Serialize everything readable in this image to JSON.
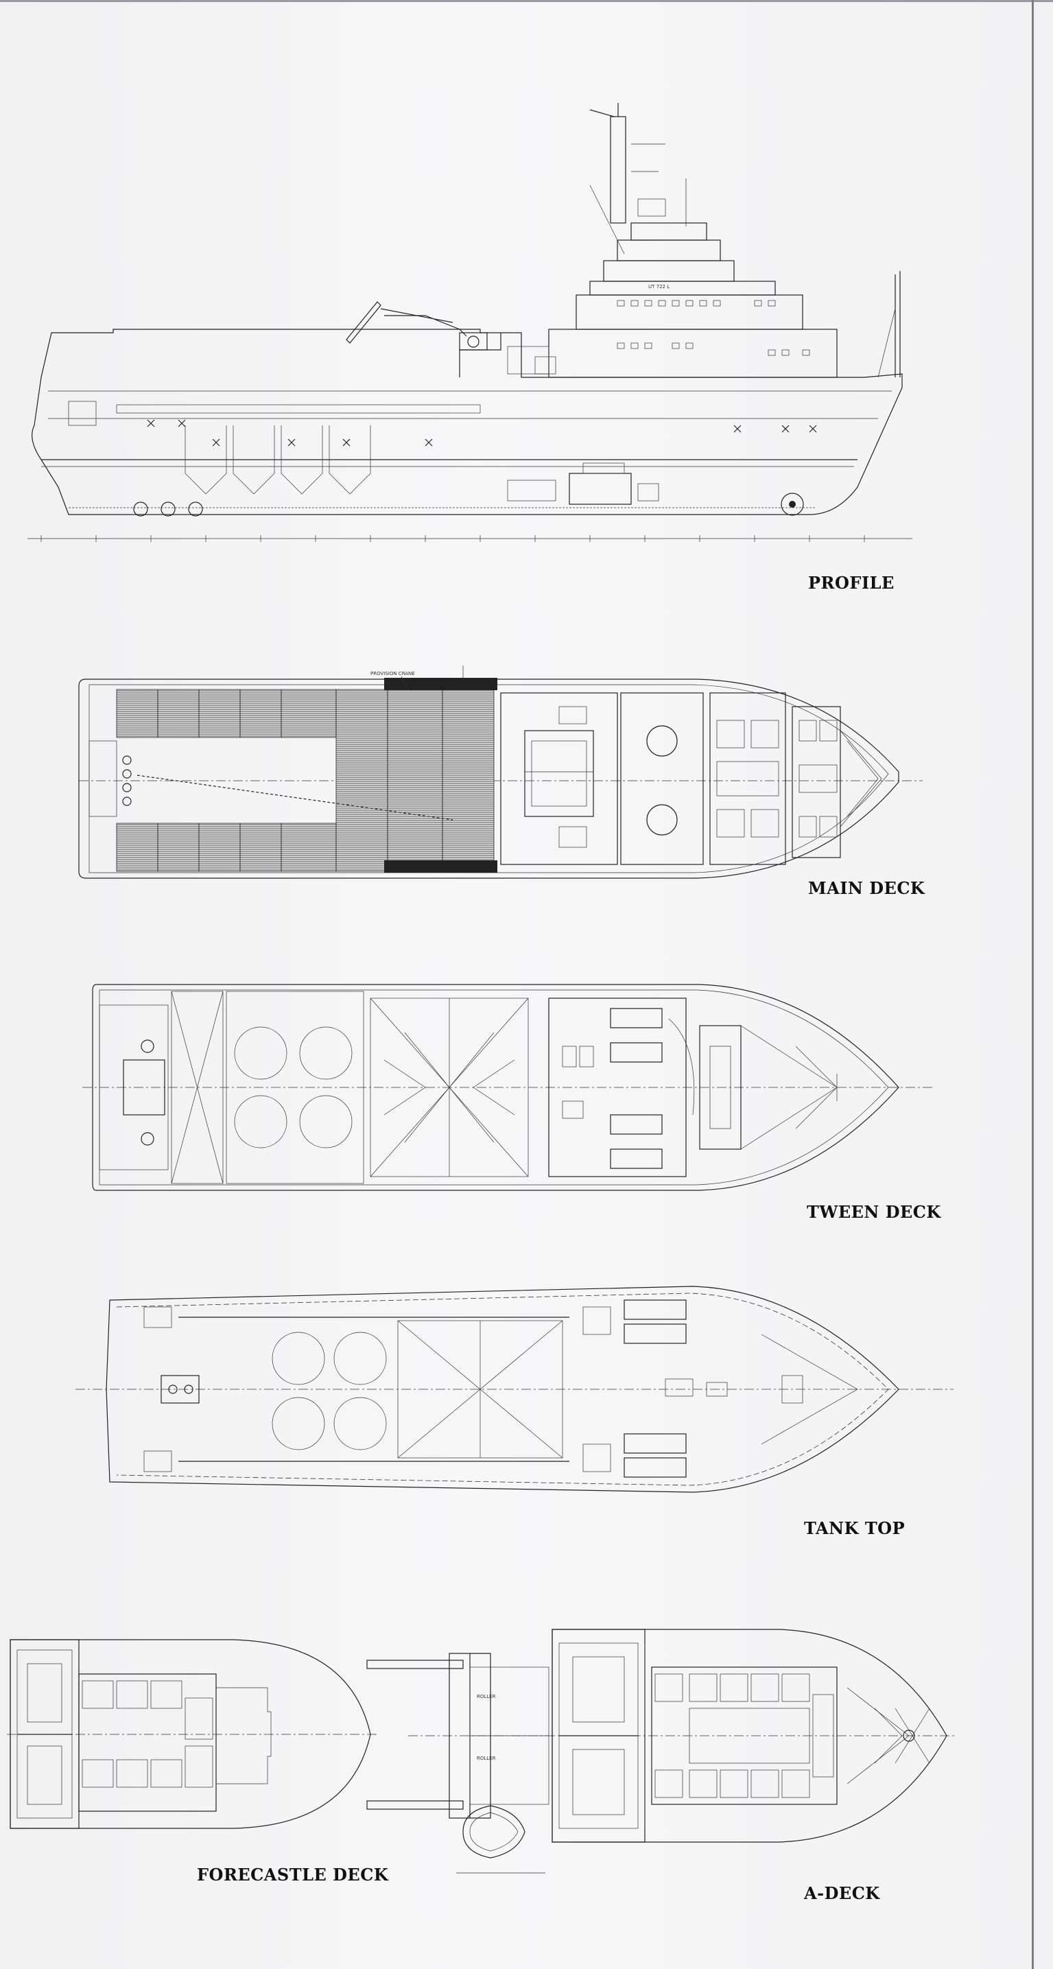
{
  "views": {
    "profile": {
      "label": "PROFILE",
      "hull_marking": "UT 722 L"
    },
    "main_deck": {
      "label": "MAIN DECK",
      "note": "PROVISION CRANE"
    },
    "tween_deck": {
      "label": "TWEEN DECK"
    },
    "tank_top": {
      "label": "TANK TOP"
    },
    "forecastle_deck": {
      "label": "FORECASTLE DECK"
    },
    "a_deck": {
      "label": "A-DECK",
      "roller_label": "ROLLER"
    }
  },
  "colors": {
    "ink": "#222222",
    "paper": "#f4f4f5"
  }
}
